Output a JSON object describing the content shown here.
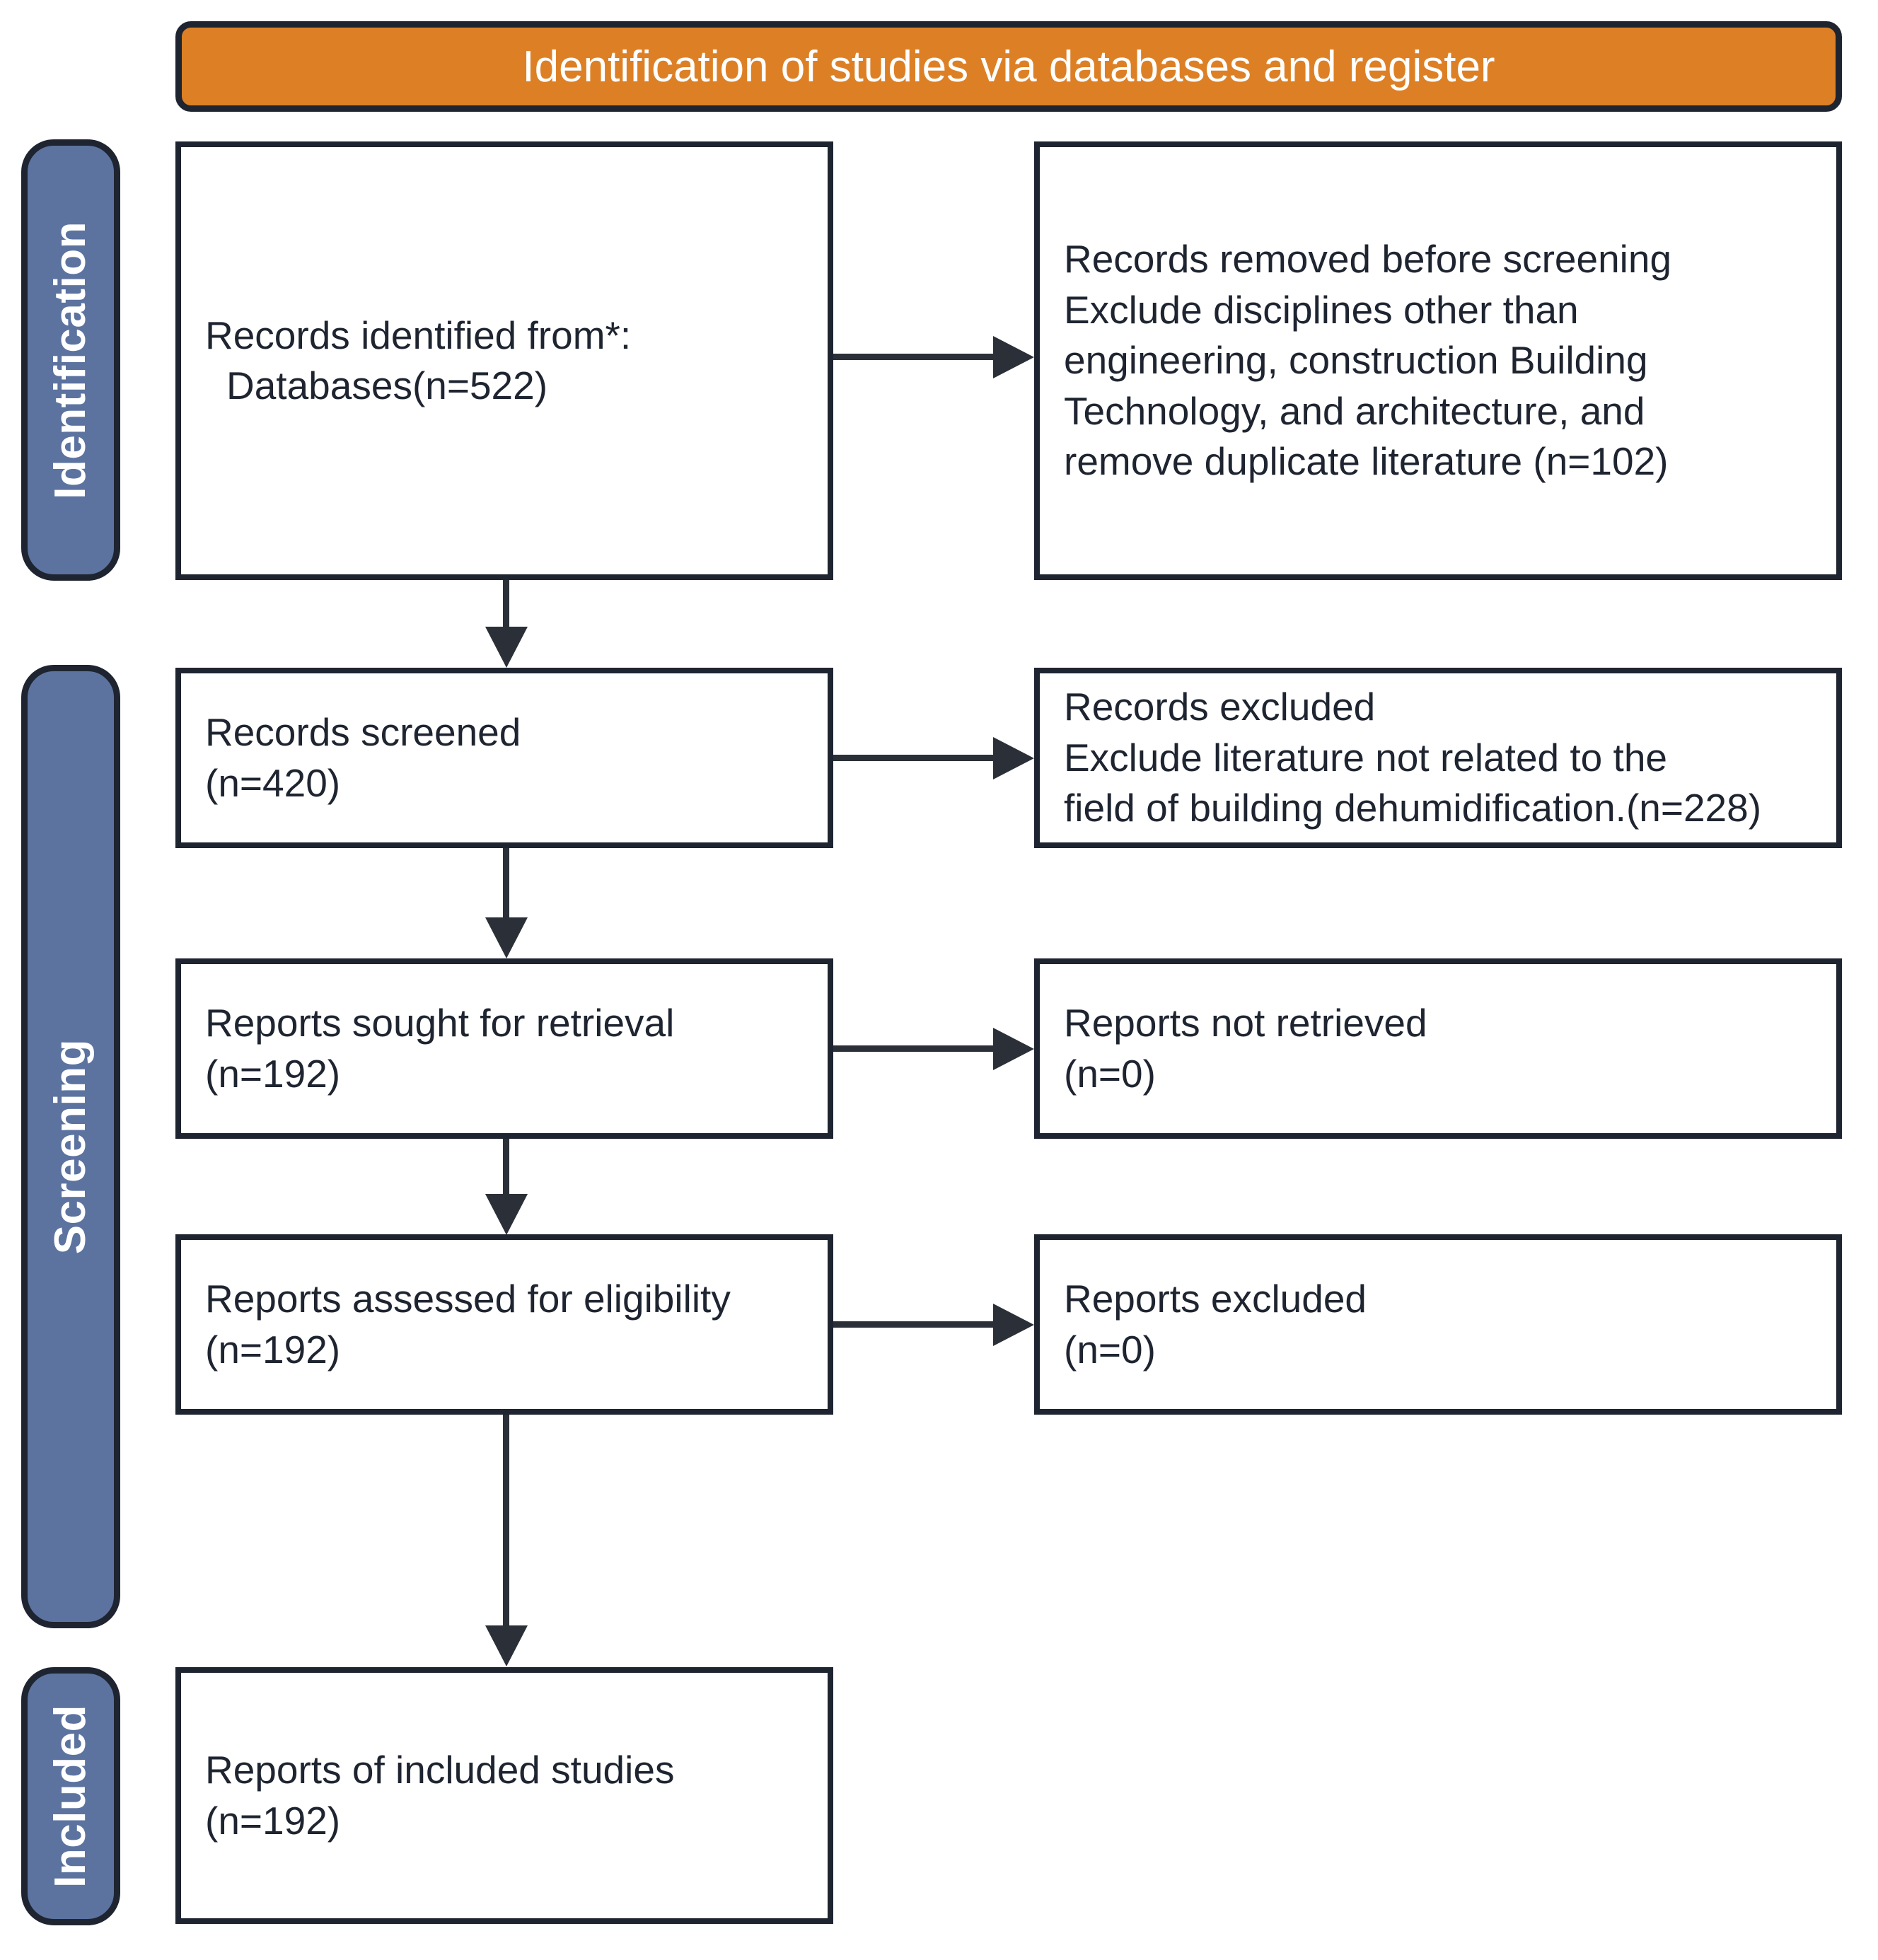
{
  "banner": {
    "title": "Identification of studies via databases and register"
  },
  "stages": [
    {
      "id": "identification",
      "label": "Identification"
    },
    {
      "id": "screening",
      "label": "Screening"
    },
    {
      "id": "included",
      "label": "Included"
    }
  ],
  "boxes": {
    "records_identified": {
      "line1": "Records identified from*:",
      "line2": "Databases(n=522)"
    },
    "records_removed": {
      "line1": "Records removed before screening",
      "line2": "Exclude disciplines other than",
      "line3": "engineering, construction Building",
      "line4": "Technology, and architecture, and",
      "line5": "remove duplicate literature (n=102)"
    },
    "records_screened": {
      "line1": "Records screened",
      "line2": "(n=420)"
    },
    "records_excluded": {
      "line1": "Records excluded",
      "line2": "Exclude literature not related to the",
      "line3": "field of building dehumidification.(n=228)"
    },
    "reports_sought": {
      "line1": "Reports sought for retrieval",
      "line2": "(n=192)"
    },
    "reports_not_retrieved": {
      "line1": "Reports not retrieved",
      "line2": "(n=0)"
    },
    "reports_assessed": {
      "line1": "Reports assessed for eligibility",
      "line2": "(n=192)"
    },
    "reports_excluded": {
      "line1": "Reports excluded",
      "line2": "(n=0)"
    },
    "reports_included": {
      "line1": "Reports of included studies",
      "line2": "(n=192)"
    }
  },
  "colors": {
    "banner_fill": "#dd8025",
    "stage_fill": "#5c73a0",
    "outline": "#1e2430",
    "connector": "#2b3038",
    "box_fill": "#ffffff"
  }
}
